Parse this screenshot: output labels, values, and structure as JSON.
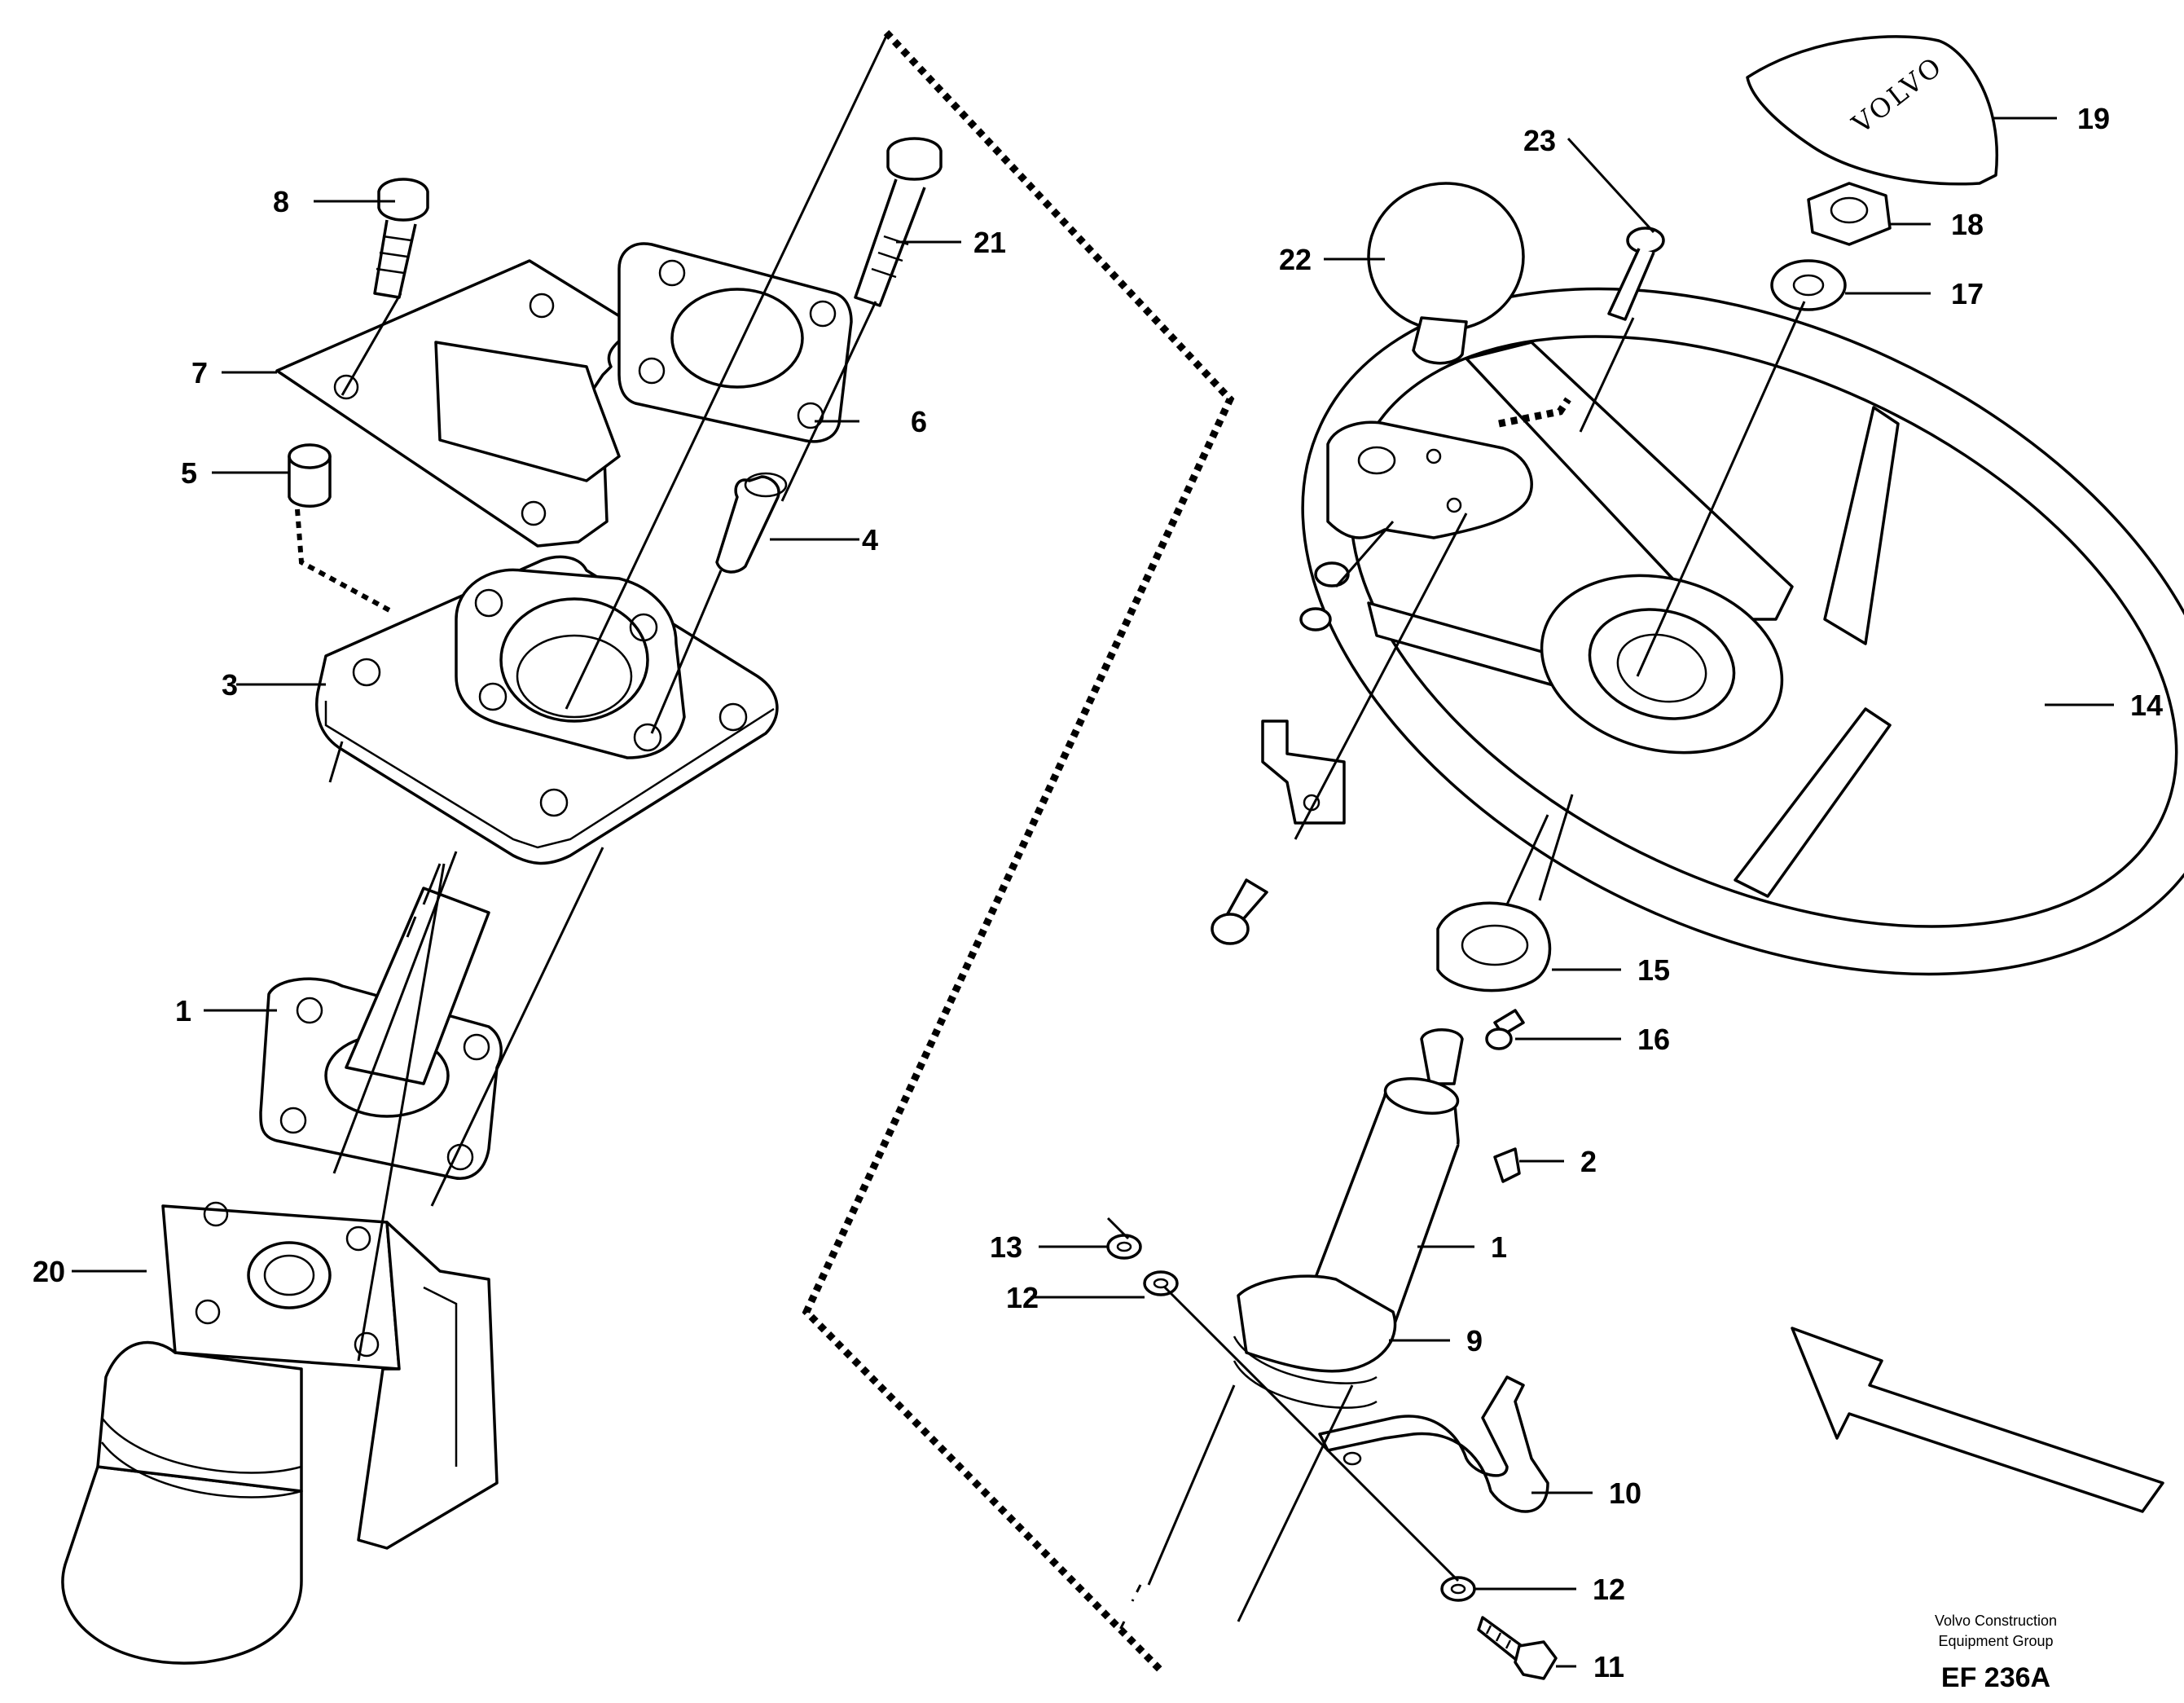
{
  "callouts": {
    "c1_left": "1",
    "c1_right": "1",
    "c2": "2",
    "c3": "3",
    "c4": "4",
    "c5": "5",
    "c6": "6",
    "c7": "7",
    "c8": "8",
    "c9": "9",
    "c10": "10",
    "c11": "11",
    "c12_upper": "12",
    "c12_lower": "12",
    "c13": "13",
    "c14": "14",
    "c15": "15",
    "c16": "16",
    "c17": "17",
    "c18": "18",
    "c19": "19",
    "c20": "20",
    "c21": "21",
    "c22": "22",
    "c23": "23"
  },
  "cap_logo": "VOLVO",
  "caption": {
    "line1": "Volvo Construction",
    "line2": "Equipment Group",
    "code": "EF 236A"
  }
}
